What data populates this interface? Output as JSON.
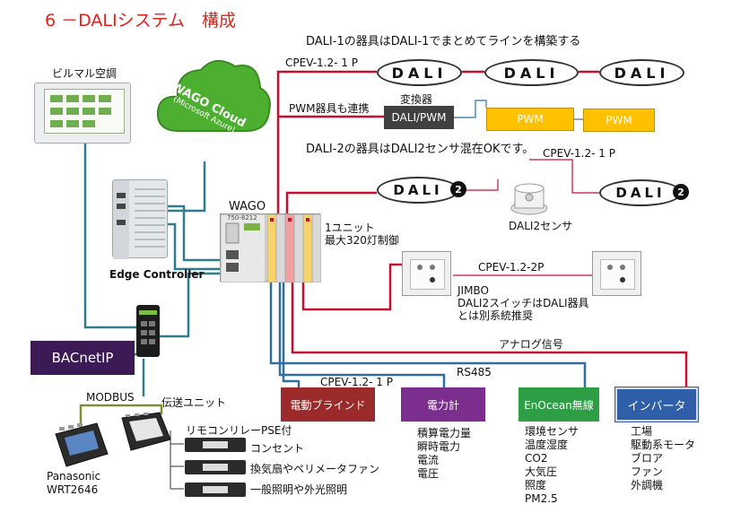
{
  "title": "6 －DALIシステム　構成",
  "notes": {
    "dali1_note": "DALI-1の器具はDALI-1でまとめてラインを構築する",
    "pwm_note": "PWM器具も連携",
    "dali2_note": "DALI-2の器具はDALI2センサ混在OKです。",
    "converter_label": "変換器",
    "unit_note_line1": "1ユニット",
    "unit_note_line2": "最大320灯制御",
    "analog_signal": "アナログ信号",
    "rs485": "RS485",
    "modbus": "MODBUS"
  },
  "cables": {
    "cpev_dali1": "CPEV-1.2- 1 P",
    "cpev_dali2": "CPEV-1.2- 1 P",
    "cpev_switch": "CPEV-1.2-2P",
    "cpev_blind": "CPEV-1.2- 1 P"
  },
  "dali_logo": "DALI",
  "dali2_badge": "2",
  "dali_pwm_label": "DALI/PWM",
  "pwm_labels": [
    "PWM",
    "PWM"
  ],
  "dali2_sensor_label": "DALI2センサ",
  "jimbo": {
    "line1": "JIMBO",
    "line2": "DALI2スイッチはDALI器具",
    "line3": "とは別系統推奨"
  },
  "building_ac": "ビルマル空調",
  "cloud": {
    "line1": "WAGO Cloud",
    "line2": "(Microsoft Azure)"
  },
  "wago_label": "WAGO",
  "wago_model": "750-8212",
  "edge_controller": "Edge Controller",
  "bacnet": "BACnetIP",
  "panasonic": {
    "line1": "Panasonic",
    "line2": "WRT2646"
  },
  "transmission_unit": "伝送ユニット",
  "relay": {
    "header": "リモコンリレーPSE付",
    "items": [
      "コンセント",
      "換気扇やペリメータファン",
      "一般照明や外光照明"
    ]
  },
  "outputs": [
    {
      "label": "電動ブラインド",
      "color": "#9b2a2a",
      "items": []
    },
    {
      "label": "電力計",
      "color": "#7b2e8e",
      "items": [
        "積算電力量",
        "瞬時電力",
        "電流",
        "電圧"
      ]
    },
    {
      "label": "EnOcean無線",
      "color": "#2e9e45",
      "items": [
        "環境センサ",
        "温度湿度",
        "CO2",
        "大気圧",
        "照度",
        "PM2.5"
      ]
    },
    {
      "label": "インバータ",
      "color": "#2f5fa8",
      "items": [
        "工場",
        "駆動系モータ",
        "ブロア",
        "ファン",
        "外調機"
      ]
    }
  ],
  "colors": {
    "red_line": "#c8102e",
    "blue_line": "#2f6f9f",
    "teal_line": "#2e7c8c",
    "olive_line": "#7d8f2e",
    "pwm_fill": "#ffc000",
    "dark_fill": "#404040",
    "cloud_green": "#4caf2f"
  }
}
